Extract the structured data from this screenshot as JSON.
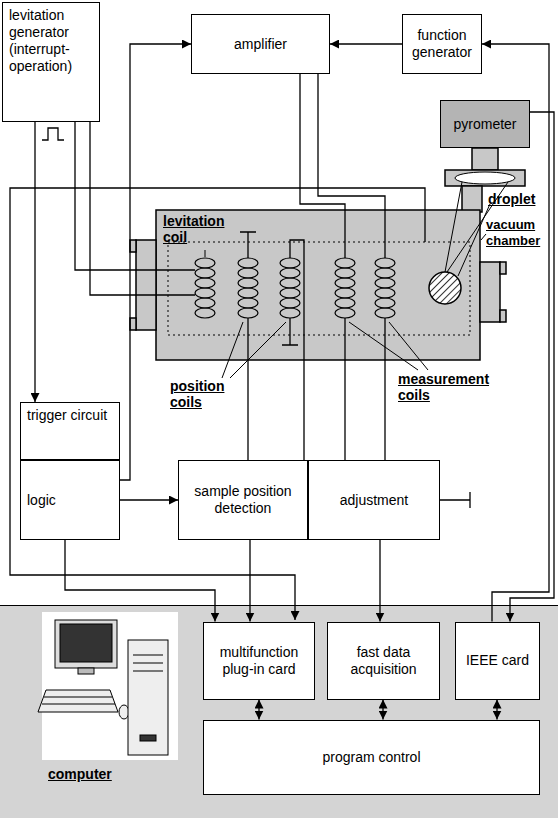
{
  "diagram": {
    "nodes": [
      {
        "text": [
          "levitation generator (interrupt-operation)"
        ]
      },
      {
        "text": [
          "amplifier"
        ]
      },
      {
        "text": [
          "function generator"
        ]
      },
      {
        "text": [
          "pyrometer"
        ]
      },
      {
        "text": [
          "trigger circuit"
        ]
      },
      {
        "text": [
          "logic"
        ]
      },
      {
        "text": [
          "sample position detection"
        ]
      },
      {
        "text": [
          "adjustment"
        ]
      },
      {
        "text": [
          "computer"
        ]
      },
      {
        "text": [
          "multifunction plug-in card"
        ],
        "in": 8
      },
      {
        "text": [
          "fast data acquisition"
        ],
        "in": 8
      },
      {
        "text": [
          "IEEE card"
        ],
        "in": 8
      },
      {
        "text": [
          "program control"
        ],
        "in": 8
      }
    ],
    "edges": [
      {
        "from": 0,
        "to": 4,
        "arrow": "to"
      },
      {
        "from": 2,
        "to": 1,
        "arrow": "to"
      },
      {
        "from": 5,
        "to": 1,
        "arrow": "to"
      },
      {
        "from": 5,
        "to": 6,
        "arrow": "to"
      },
      {
        "from": 5,
        "to": 9,
        "arrow": "to"
      },
      {
        "from": 6,
        "to": 9,
        "arrow": "to"
      },
      {
        "from": 7,
        "to": 10,
        "arrow": "to"
      },
      {
        "from": 11,
        "to": 2,
        "arrow": "to"
      },
      {
        "from": 3,
        "to": 11,
        "arrow": "to"
      },
      {
        "from": 9,
        "to": 12,
        "arrow": "both"
      },
      {
        "from": 10,
        "to": 12,
        "arrow": "both"
      },
      {
        "from": 11,
        "to": 12,
        "arrow": "both"
      }
    ],
    "labels": [
      "levitation coil",
      "droplet",
      "vacuum chamber",
      "position coils",
      "measurement coils"
    ]
  }
}
